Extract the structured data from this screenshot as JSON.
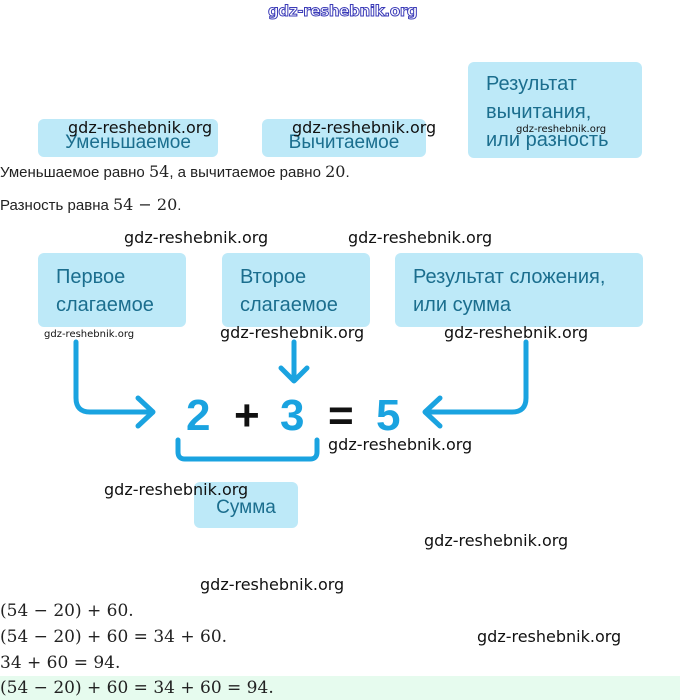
{
  "watermark": "gdz-reshebnik.org",
  "subtraction": {
    "minuend_label": "Уменьшаемое",
    "subtrahend_label": "Вычитаемое",
    "difference_label_lines": [
      "Результат",
      "вычитания,",
      "или разность"
    ]
  },
  "text_lines": {
    "line1_prefix": "Уменьшаемое равно ",
    "line1_num1": "54",
    "line1_mid": ", а вычитаемое равно ",
    "line1_num2": "20",
    "line1_end": ".",
    "line2_prefix": "Разность равна ",
    "line2_expr": "54 − 20",
    "line2_end": "."
  },
  "addition": {
    "addend1_lines": [
      "Первое",
      "слагаемое"
    ],
    "addend2_lines": [
      "Второе",
      "слагаемое"
    ],
    "sum_lines": [
      "Результат сложения,",
      "или сумма"
    ],
    "equation": {
      "a": "2",
      "plus": "+",
      "b": "3",
      "equals": "=",
      "result": "5"
    },
    "sum_box_label": "Сумма"
  },
  "solution": {
    "lines": [
      "(54 − 20) + 60.",
      "(54 − 20) + 60 = 34 + 60.",
      "34 + 60 = 94."
    ],
    "final": "(54 − 20) + 60 = 34 + 60 = 94."
  },
  "colors": {
    "box_bg": "#bde9f8",
    "box_text": "#1b6e8e",
    "accent_blue": "#1aa3e0",
    "highlight_bg": "#e6fbee"
  }
}
